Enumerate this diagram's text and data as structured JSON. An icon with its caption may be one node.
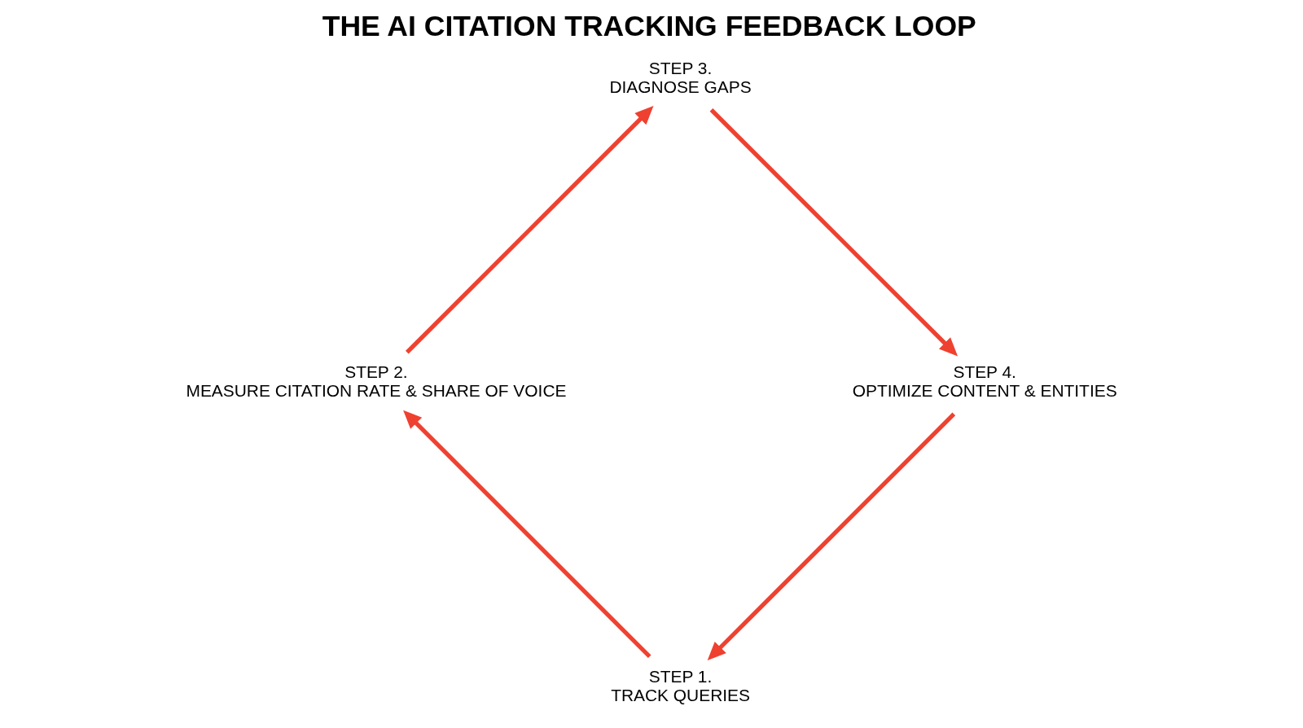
{
  "diagram": {
    "title": "THE AI CITATION TRACKING FEEDBACK LOOP",
    "nodes": [
      {
        "text": [
          "STEP 1.",
          "TRACK QUERIES"
        ]
      },
      {
        "text": [
          "STEP 2.",
          "MEASURE CITATION RATE & SHARE OF VOICE"
        ]
      },
      {
        "text": [
          "STEP 3.",
          "DIAGNOSE GAPS"
        ]
      },
      {
        "text": [
          "STEP 4.",
          "OPTIMIZE CONTENT & ENTITIES"
        ]
      }
    ],
    "edges": [
      {
        "from": 0,
        "to": 1,
        "arrow": "to"
      },
      {
        "from": 1,
        "to": 2,
        "arrow": "to"
      },
      {
        "from": 2,
        "to": 3,
        "arrow": "to"
      },
      {
        "from": 3,
        "to": 0,
        "arrow": "to"
      }
    ]
  }
}
